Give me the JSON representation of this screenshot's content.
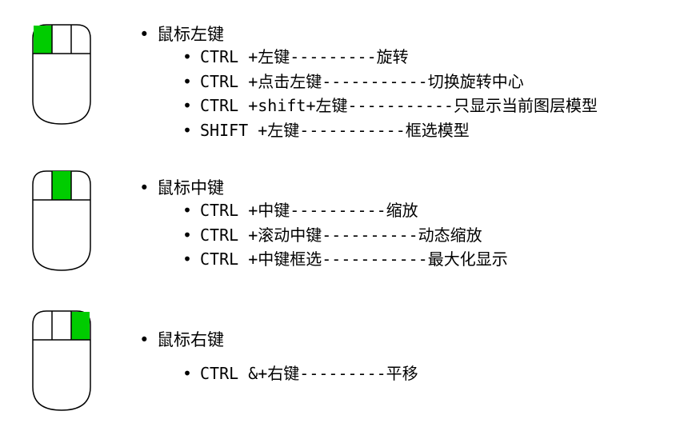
{
  "colors": {
    "highlight": "#00cc00",
    "outline": "#000000",
    "background": "#ffffff"
  },
  "sections": [
    {
      "icon": "mouse-left-button-icon",
      "highlight": "left",
      "title": "鼠标左键",
      "items": [
        "CTRL +左键---------旋转",
        "CTRL +点击左键-----------切换旋转中心",
        "CTRL +shift+左键-----------只显示当前图层模型",
        "SHIFT +左键-----------框选模型"
      ]
    },
    {
      "icon": "mouse-middle-button-icon",
      "highlight": "middle",
      "title": "鼠标中键",
      "items": [
        "CTRL +中键----------缩放",
        "CTRL +滚动中键----------动态缩放",
        "CTRL +中键框选-----------最大化显示"
      ]
    },
    {
      "icon": "mouse-right-button-icon",
      "highlight": "right",
      "title": "鼠标右键",
      "items": [
        "CTRL &+右键---------平移"
      ]
    }
  ]
}
